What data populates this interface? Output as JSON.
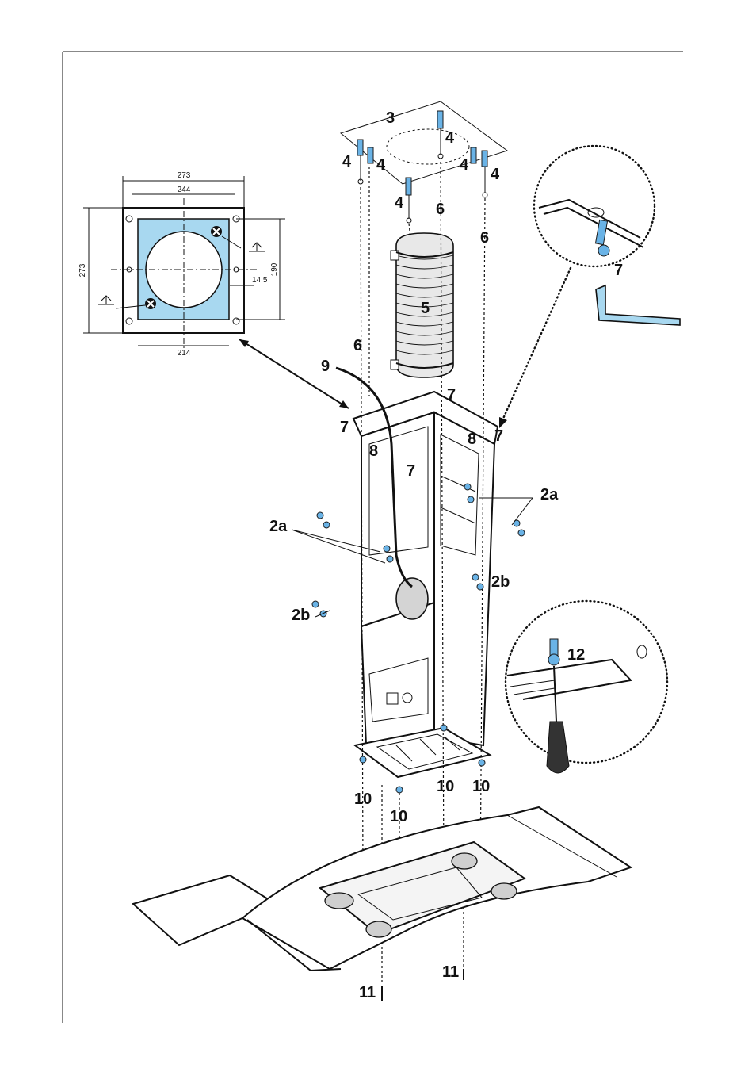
{
  "labels": {
    "ceiling_plate": "3",
    "plug": "4",
    "duct": "5",
    "screw_6": "6",
    "hex_key": "7",
    "screw_8": "8",
    "cable": "9",
    "screw_10": "10",
    "screw_11": "11",
    "screw_12": "12",
    "screw_2a": "2a",
    "screw_2b": "2b"
  },
  "template": {
    "outer_width": "273",
    "inner_width": "244",
    "outer_height": "273",
    "inner_height": "190",
    "bottom_width": "214",
    "offset": "14,5"
  },
  "colors": {
    "template_fill": "#a8d8f0",
    "screw": "#6ab3e6"
  }
}
